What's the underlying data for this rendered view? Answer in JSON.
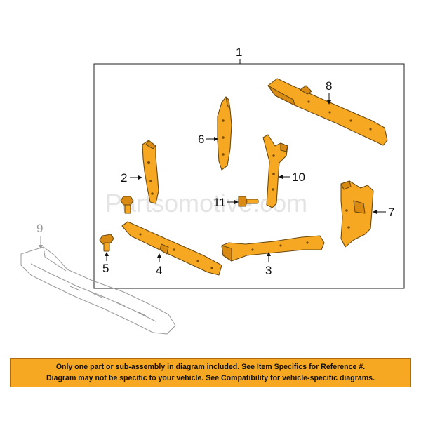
{
  "callouts": {
    "c1": "1",
    "c2": "2",
    "c3": "3",
    "c4": "4",
    "c5": "5",
    "c6": "6",
    "c7": "7",
    "c8": "8",
    "c9": "9",
    "c10": "10",
    "c11": "11"
  },
  "watermark": "Partsomotive.com",
  "notice": {
    "line1": "Only one part or sub-assembly in diagram included. See Item Specifics for Reference #.",
    "line2": "Diagram may not be specific to your vehicle. See Compatibility for vehicle-specific diagrams."
  },
  "colors": {
    "part_fill": "#f7a823",
    "notice_bg": "#f7a823",
    "outline_gray": "#9a9a9a"
  }
}
